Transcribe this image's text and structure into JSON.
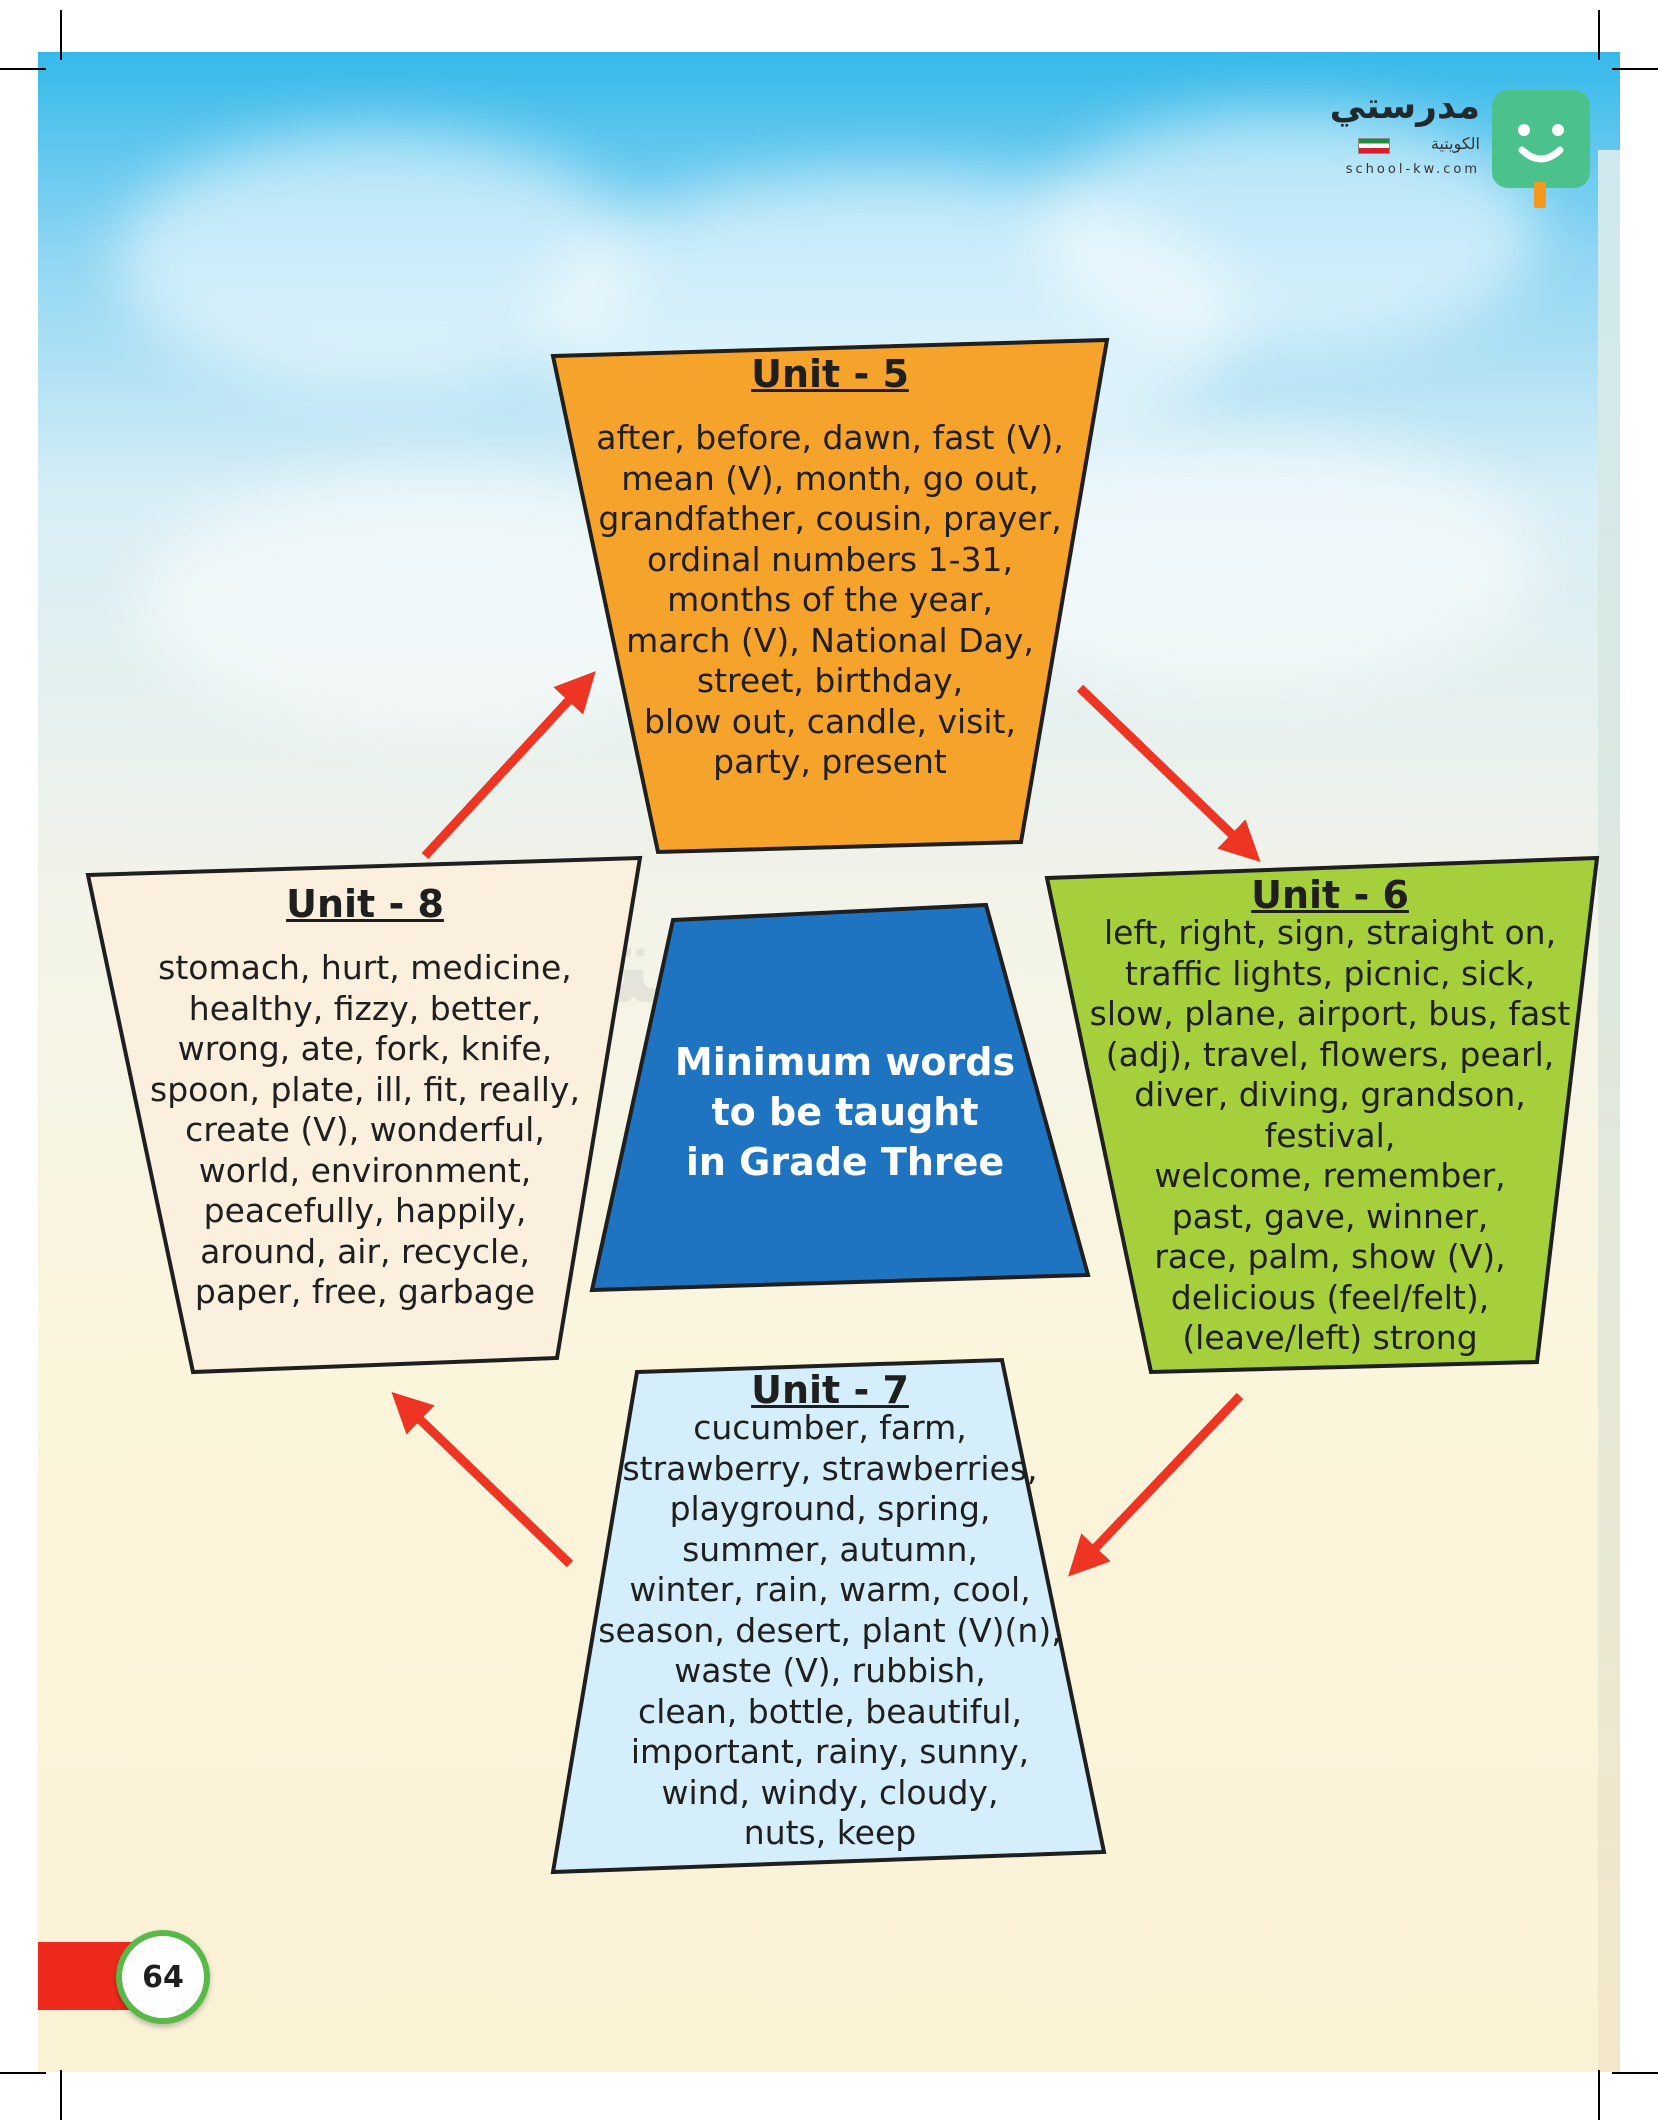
{
  "logo": {
    "name": "مدرستي",
    "subtitle": "الكويتية",
    "url": "school-kw.com"
  },
  "center": {
    "lines": [
      "Minimum words",
      "to be taught",
      "in Grade Three"
    ]
  },
  "units": {
    "u5": {
      "title": "Unit - 5",
      "lines": [
        "after, before, dawn, fast (V),",
        "mean (V), month, go out,",
        "grandfather, cousin, prayer,",
        "ordinal numbers 1-31,",
        "months of the year,",
        "march (V), National Day,",
        "street, birthday,",
        "blow out, candle, visit,",
        "party, present"
      ]
    },
    "u6": {
      "title": "Unit - 6",
      "lines": [
        "left, right, sign, straight on,",
        "traffic lights, picnic, sick,",
        "slow, plane, airport, bus, fast",
        "(adj), travel, flowers, pearl,",
        "diver, diving, grandson,",
        "festival,",
        "welcome, remember,",
        "past, gave, winner,",
        "race, palm, show (V),",
        "delicious (feel/felt),",
        "(leave/left) strong"
      ]
    },
    "u7": {
      "title": "Unit - 7",
      "lines": [
        "cucumber, farm,",
        "strawberry, strawberries,",
        "playground, spring,",
        "summer, autumn,",
        "winter, rain, warm, cool,",
        "season, desert, plant (V)(n),",
        "waste (V), rubbish,",
        "clean, bottle, beautiful,",
        "important, rainy, sunny,",
        "wind, windy, cloudy,",
        "nuts, keep"
      ]
    },
    "u8": {
      "title": "Unit - 8",
      "lines": [
        "stomach, hurt, medicine,",
        "healthy, fizzy, better,",
        "wrong, ate, fork, knife,",
        "spoon, plate, ill, fit, really,",
        "create (V), wonderful,",
        "world, environment,",
        "peacefully, happily,",
        "around, air, recycle,",
        "paper, free, garbage"
      ]
    }
  },
  "colors": {
    "unit5": "#f6a32b",
    "unit6": "#a6cf3c",
    "unit7": "#d4eefb",
    "unit8": "#fbf0de",
    "center": "#1f74c2",
    "arrow": "#ee3524"
  },
  "page_number": "64"
}
